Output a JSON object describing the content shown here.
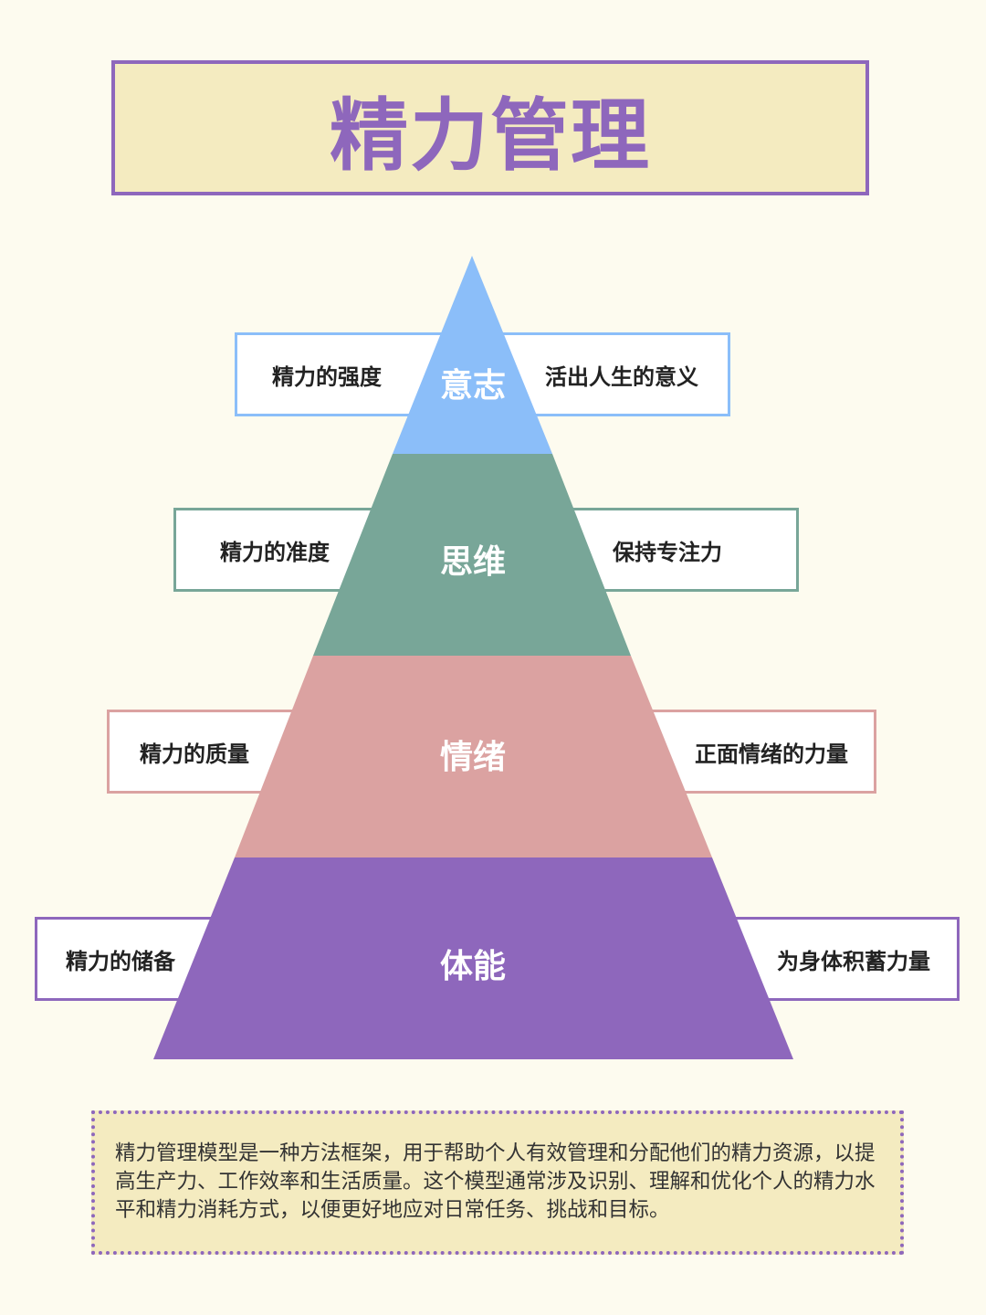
{
  "title": "精力管理",
  "colors": {
    "background": "#fdfbef",
    "title_fill": "#f4ebc0",
    "accent_purple": "#8e67bc",
    "tier_blue": "#8bbef9",
    "tier_green": "#78a698",
    "tier_pink": "#dba2a1",
    "tier_purple": "#8e67bc"
  },
  "pyramid": {
    "tiers": [
      {
        "name": "意志",
        "left_text": "精力的强度",
        "right_text": "活出人生的意义",
        "color": "#8bbef9"
      },
      {
        "name": "思维",
        "left_text": "精力的准度",
        "right_text": "保持专注力",
        "color": "#78a698"
      },
      {
        "name": "情绪",
        "left_text": "精力的质量",
        "right_text": "正面情绪的力量",
        "color": "#dba2a1"
      },
      {
        "name": "体能",
        "left_text": "精力的储备",
        "right_text": "为身体积蓄力量",
        "color": "#8e67bc"
      }
    ]
  },
  "description": "精力管理模型是一种方法框架，用于帮助个人有效管理和分配他们的精力资源，以提高生产力、工作效率和生活质量。这个模型通常涉及识别、理解和优化个人的精力水平和精力消耗方式，以便更好地应对日常任务、挑战和目标。"
}
